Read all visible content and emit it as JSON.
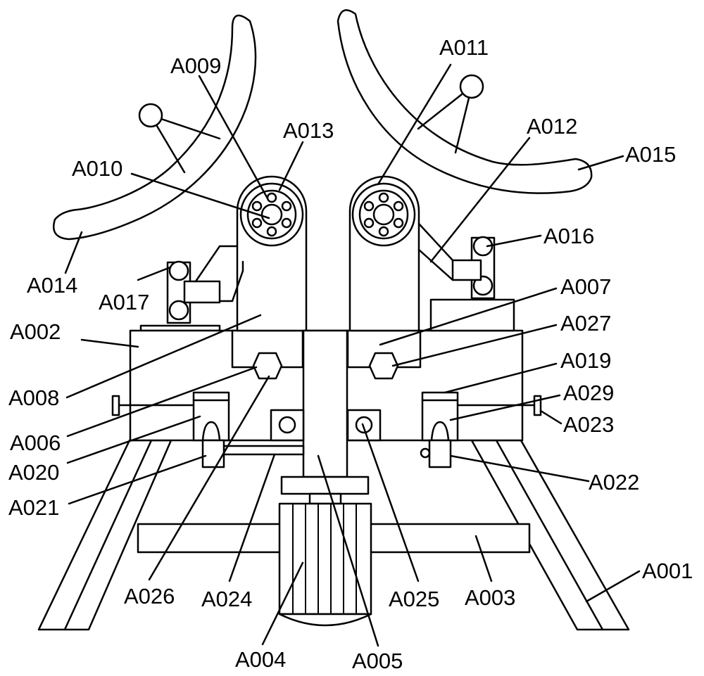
{
  "callouts": {
    "a001": "A001",
    "a002": "A002",
    "a003": "A003",
    "a004": "A004",
    "a005": "A005",
    "a006": "A006",
    "a007": "A007",
    "a008": "A008",
    "a009": "A009",
    "a010": "A010",
    "a011": "A011",
    "a012": "A012",
    "a013": "A013",
    "a014": "A014",
    "a015": "A015",
    "a016": "A016",
    "a017": "A017",
    "a019": "A019",
    "a020": "A020",
    "a021": "A021",
    "a022": "A022",
    "a023": "A023",
    "a024": "A024",
    "a025": "A025",
    "a026": "A026",
    "a027": "A027",
    "a029": "A029"
  },
  "colors": {
    "stroke": "#000000",
    "fill": "#ffffff"
  }
}
